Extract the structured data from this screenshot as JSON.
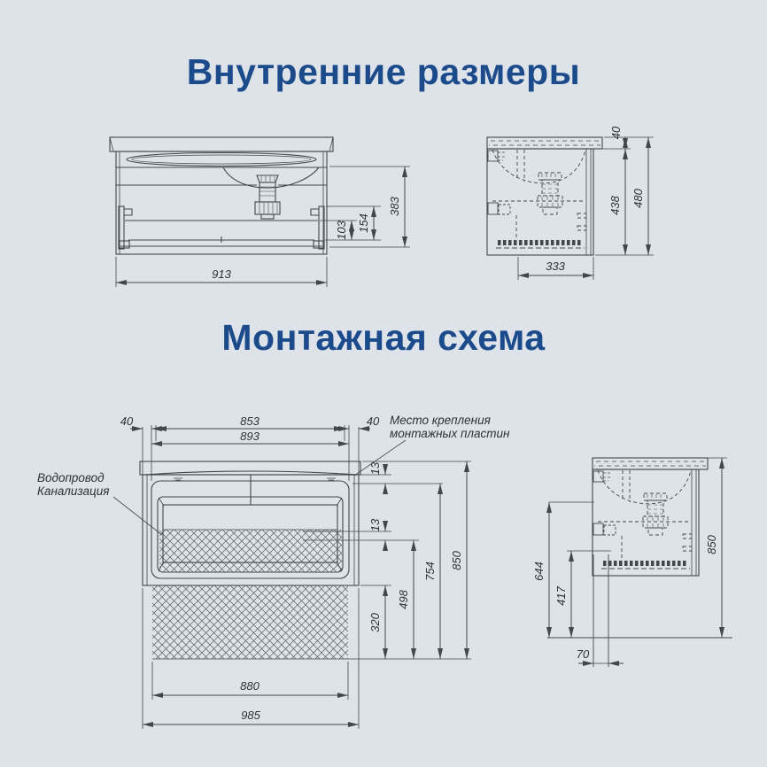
{
  "page": {
    "background_color": "#dde3e9",
    "title_color": "#1c4b8c",
    "line_color": "#43474b"
  },
  "sections": {
    "internal": {
      "title": "Внутренние размеры",
      "front_view": {
        "width_mm": "913",
        "inner_height_mm": "383",
        "drawer_zone_mm": "154",
        "drawer_inner_mm": "103"
      },
      "side_view": {
        "top_offset_mm": "40",
        "inner_height_mm": "438",
        "total_height_mm": "480",
        "inner_depth_mm": "333"
      }
    },
    "mounting": {
      "title": "Монтажная схема",
      "front_view": {
        "side_offset_left_mm": "40",
        "plates_span_mm": "853",
        "side_offset_right_mm": "40",
        "inner_width_mm": "893",
        "plate_offset_top_mm": "13",
        "plate_offset_mid_mm": "13",
        "clearance_below_mm": "320",
        "utilities_height_mm": "498",
        "plates_height_mm": "754",
        "total_height_mm": "850",
        "clearance_width_mm": "880",
        "overall_width_mm": "985",
        "plumbing_label_line1": "Водопровод",
        "plumbing_label_line2": "Канализация",
        "plates_label_line1": "Место крепления",
        "plates_label_line2": "монтажных пластин"
      },
      "side_view": {
        "drain_height_mm": "644",
        "supply_height_mm": "417",
        "total_height_mm": "850",
        "wall_offset_mm": "70"
      }
    }
  }
}
